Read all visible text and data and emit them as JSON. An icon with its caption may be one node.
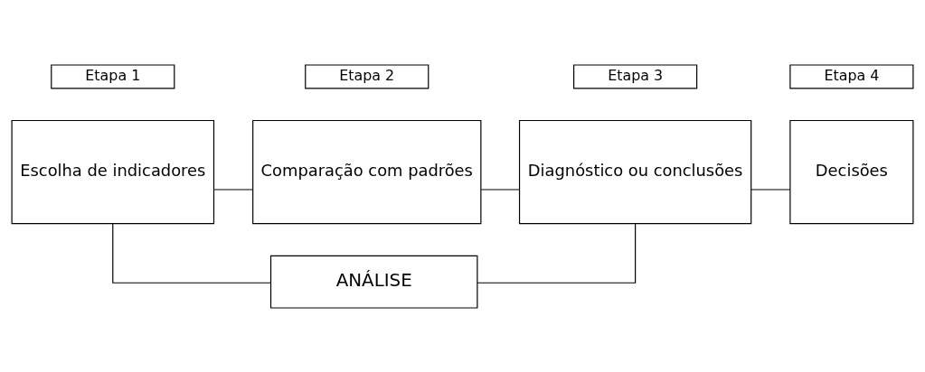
{
  "diagram": {
    "nodes": [
      {
        "text": [
          "Etapa 1"
        ]
      },
      {
        "text": [
          "Etapa 2"
        ]
      },
      {
        "text": [
          "Etapa 3"
        ]
      },
      {
        "text": [
          "Etapa 4"
        ]
      },
      {
        "text": [
          "Escolha de indicadores"
        ]
      },
      {
        "text": [
          "Comparação com padrões"
        ]
      },
      {
        "text": [
          "Diagnóstico ou conclusões"
        ]
      },
      {
        "text": [
          "Decisões"
        ]
      },
      {
        "text": [
          "ANÁLISE"
        ]
      }
    ],
    "edges": [
      {
        "from": 4,
        "to": 5,
        "arrow": "none"
      },
      {
        "from": 5,
        "to": 6,
        "arrow": "none"
      },
      {
        "from": 6,
        "to": 7,
        "arrow": "none"
      },
      {
        "from": 4,
        "to": 8,
        "arrow": "none"
      },
      {
        "from": 6,
        "to": 8,
        "arrow": "none"
      }
    ]
  }
}
